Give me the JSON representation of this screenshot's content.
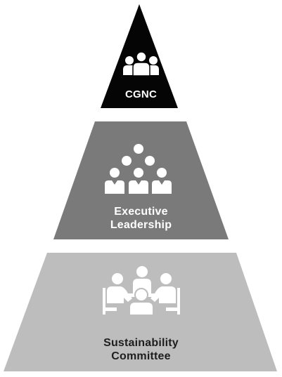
{
  "diagram": {
    "type": "pyramid",
    "tiers": [
      {
        "id": "top",
        "lines": [
          "CGNC"
        ],
        "fill": "#050505",
        "text_color": "#ffffff",
        "icon": "group-of-three-people-icon"
      },
      {
        "id": "middle",
        "lines": [
          "Executive",
          "Leadership"
        ],
        "fill": "#7a7a7a",
        "text_color": "#ffffff",
        "icon": "organization-hierarchy-people-icon"
      },
      {
        "id": "bottom",
        "lines": [
          "Sustainability",
          "Committee"
        ],
        "fill": "#bdbdbd",
        "text_color": "#1e1e1e",
        "icon": "meeting-table-people-icon"
      }
    ]
  }
}
